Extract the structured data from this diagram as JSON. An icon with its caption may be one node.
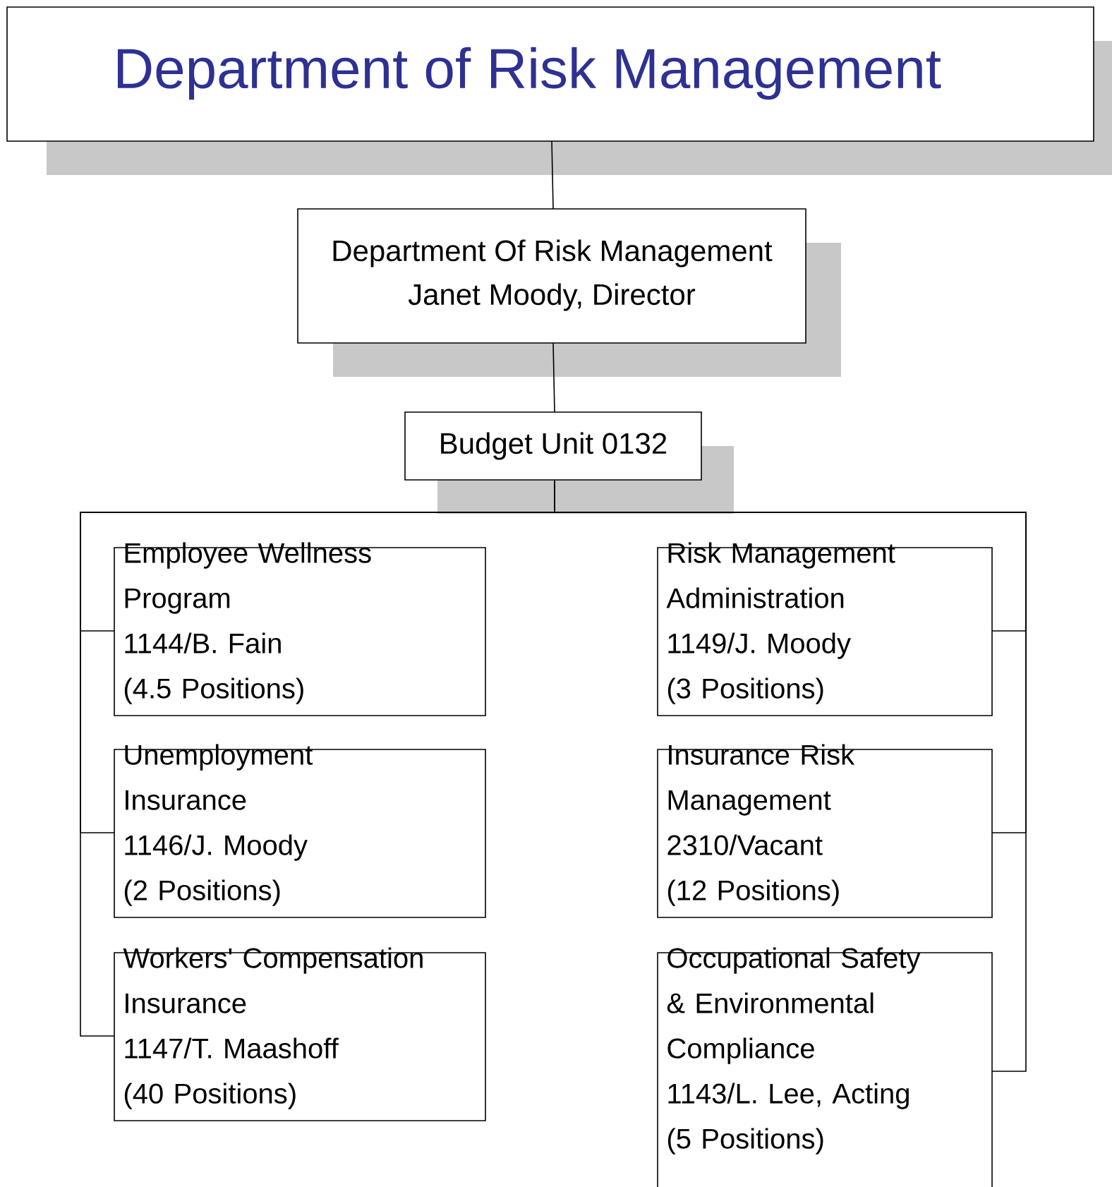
{
  "diagram": {
    "nodes": [
      {
        "text": [
          "Department of Risk Management"
        ]
      },
      {
        "text": [
          "Department Of Risk Management",
          "Janet Moody, Director"
        ]
      },
      {
        "text": [
          "Budget Unit 0132"
        ]
      },
      {
        "text": [
          "Employee Wellness Program",
          "1144/B. Fain",
          "(4.5 Positions)"
        ]
      },
      {
        "text": [
          "Unemployment Insurance",
          "1146/J. Moody",
          "(2 Positions)"
        ]
      },
      {
        "text": [
          "Workers' Compensation Insurance",
          "1147/T. Maashoff",
          "(40 Positions)"
        ]
      },
      {
        "text": [
          "Risk Management Administration",
          "1149/J. Moody",
          "(3 Positions)"
        ]
      },
      {
        "text": [
          "Insurance Risk Management",
          "2310/Vacant",
          "(12 Positions)"
        ]
      },
      {
        "text": [
          "Occupational Safety & Environmental Compliance",
          "1143/L. Lee, Acting",
          "(5 Positions)"
        ]
      }
    ],
    "edges": [
      {
        "from": 0,
        "to": 1,
        "arrow": "none"
      },
      {
        "from": 1,
        "to": 2,
        "arrow": "none"
      },
      {
        "from": 2,
        "to": 3,
        "arrow": "none"
      },
      {
        "from": 2,
        "to": 4,
        "arrow": "none"
      },
      {
        "from": 2,
        "to": 5,
        "arrow": "none"
      },
      {
        "from": 2,
        "to": 6,
        "arrow": "none"
      },
      {
        "from": 2,
        "to": 7,
        "arrow": "none"
      },
      {
        "from": 2,
        "to": 8,
        "arrow": "none"
      }
    ]
  }
}
